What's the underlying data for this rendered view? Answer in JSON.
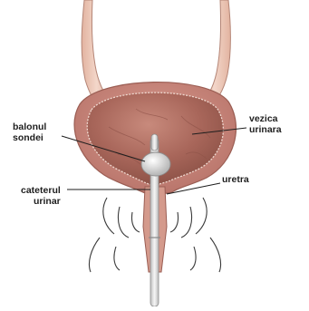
{
  "labels": {
    "balloon": [
      "balonul",
      "sondei"
    ],
    "bladder": [
      "vezica",
      "urinara"
    ],
    "catheter": [
      "cateterul",
      "urinar"
    ],
    "urethra": "uretra"
  },
  "colors": {
    "bladder_wall": "#c98279",
    "bladder_inner": "#ad6a5e",
    "ureter": "#e9c4b3",
    "catheter": "#e6e6e6",
    "balloon": "#eeeeee",
    "leader_line": "#1e1e1e"
  }
}
